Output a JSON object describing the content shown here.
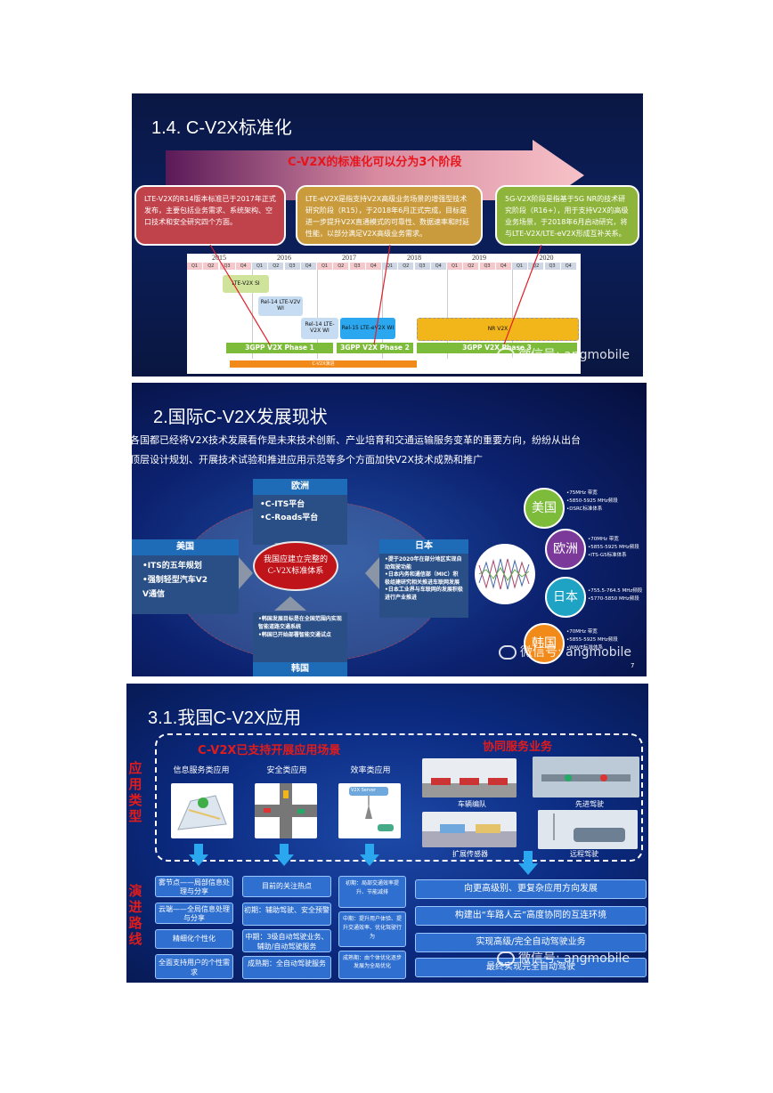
{
  "slide1": {
    "title": "1.4. C-V2X标准化",
    "banner": "C-V2X的标准化可以分为3个阶段",
    "bubbles": [
      "LTE-V2X的R14版本标准已于2017年正式发布，主要包括业务需求、系统架构、空口技术和安全研究四个方面。",
      "LTE-eV2X是指支持V2X高级业务场景的增强型技术研究阶段（R15），于2018年6月正式完成，目标是进一步提升V2X直通模式的可靠性、数据速率和时延性能，以部分满足V2X高级业务需求。",
      "5G-V2X阶段是指基于5G NR的技术研究阶段（R16+），用于支持V2X的高级业务场景，于2018年6月启动研究，将与LTE-V2X/LTE-eV2X形成互补关系。"
    ],
    "years": [
      "2015",
      "2016",
      "2017",
      "2018",
      "2019",
      "2020"
    ],
    "quarters": [
      "Q1",
      "Q2",
      "Q3",
      "Q4"
    ],
    "work_items": [
      "LTE-V2X SI",
      "Rel-14 LTE-V2V WI",
      "Rel-14 LTE-V2X WI",
      "Rel-15 LTE-eV2X WI",
      "NR V2X"
    ],
    "phases": [
      "3GPP V2X Phase 1",
      "3GPP V2X Phase 2",
      "3GPP V2X Phase 3"
    ],
    "bottom_bar": "C-V2X演进",
    "watermark": "微信号: angmobile"
  },
  "slide2": {
    "title": "2.国际C-V2X发展现状",
    "intro_line1": "各国都已经将V2X技术发展看作是未来技术创新、产业培育和交通运输服务变革的重要方向，纷纷从出台",
    "intro_line2": "顶层设计规划、开展技术试验和推进应用示范等多个方面加快V2X技术成熟和推广",
    "europe": {
      "head": "欧洲",
      "items": [
        "•C-ITS平台",
        "•C-Roads平台"
      ]
    },
    "usa": {
      "head": "美国",
      "items": [
        "•ITS的五年规划",
        "•强制轻型汽车V2",
        "V通信"
      ]
    },
    "japan": {
      "head": "日本",
      "items": [
        "•提于2020年在部分地区实现自动驾驶功能",
        "•日本内务和通信部（MIC）积极组建研究相关推进车联网发展",
        "•日本工业界与车联网的发展积极进行产业推进"
      ]
    },
    "korea": {
      "head": "韩国",
      "items": [
        "•韩国发展目标是在全国范围内实现智能道路交通系统",
        "•韩国已开始部署智能交通试点"
      ]
    },
    "center": [
      "我国应建立完整的",
      "C-V2X标准体系"
    ],
    "circles": [
      {
        "name": "美国",
        "items": [
          "•75MHz 带宽",
          "•5850-5925 MHz频段",
          "•DSRC标准体系"
        ]
      },
      {
        "name": "欧洲",
        "items": [
          "•70MHz 带宽",
          "•5855-5925 MHz频段",
          "•ITS-G5标准体系"
        ]
      },
      {
        "name": "日本",
        "items": [
          "•755.5-764.5 MHz频段",
          "•5770-5850 MHz频段"
        ]
      },
      {
        "name": "韩国",
        "items": [
          "•70MHz 带宽",
          "•5855-5925 MHz频段",
          "•WAVE标准体系"
        ]
      }
    ],
    "page_num": "7",
    "watermark": "微信号: angmobile"
  },
  "slide3": {
    "title": "3.1.我国C-V2X应用",
    "vlabel_top": "应用类型",
    "vlabel_bottom": "演进路线",
    "supported_title": "C-V2X已支持开展应用场景",
    "collab_title": "协同服务业务",
    "categories": [
      "信息服务类应用",
      "安全类应用",
      "效率类应用"
    ],
    "collab_items": [
      "车辆编队",
      "先进驾驶",
      "扩展传感器",
      "远程驾驶"
    ],
    "server_label": "V2X Server",
    "info_col": [
      "雾节点——局部信息处理与分享",
      "云端——全局信息处理与分享",
      "精细化个性化",
      "全面支持用户的个性需求"
    ],
    "safety_col": [
      "目前的关注热点",
      "初期：辅助驾驶、安全预警",
      "中期：3级自动驾驶业务、辅助/自动驾驶服务",
      "成熟期：全自动驾驶服务"
    ],
    "efficiency_col": [
      "初期：局部交通效率提升、节能减排",
      "中期：提升用户体验、提升交通效率、优化驾驶行为",
      "成熟期：由个体优化逐步发展为全局优化"
    ],
    "collab_col": [
      "向更高级别、更复杂应用方向发展",
      "构建出“车路人云”高度协同的互连环境",
      "实现高级/完全自动驾驶业务",
      "最终实现完全自动驾驶"
    ],
    "watermark": "微信号: angmobile"
  },
  "colors": {
    "red_title": "#e21b1b",
    "blue_box": "#2f6fd0",
    "green_phase": "#7dbb3a",
    "arrow_blue": "#2aa7ef"
  }
}
